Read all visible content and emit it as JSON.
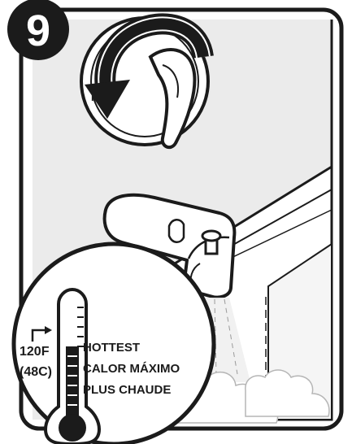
{
  "step_badge": {
    "number": "9"
  },
  "temperature": {
    "fahrenheit": "120F",
    "celsius": "(48C)"
  },
  "labels": {
    "english": "HOTTEST",
    "spanish": "CALOR MÁXIMO",
    "french": "PLUS CHAUDE"
  },
  "colors": {
    "ink": "#1b1b1b",
    "wall": "#ebebeb",
    "panel": "#ffffff"
  },
  "icons": {
    "rotation": "curved-arrow-counterclockwise-icon",
    "thermometer": "thermometer-icon"
  }
}
